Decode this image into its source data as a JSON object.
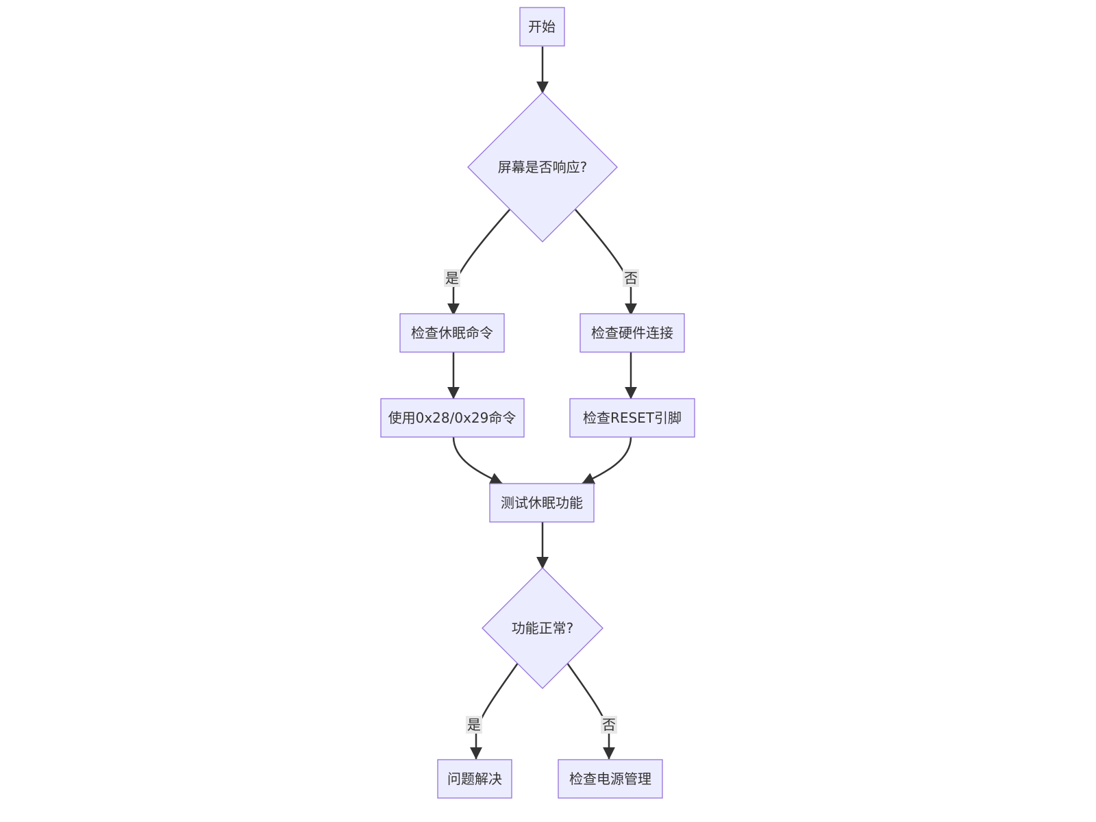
{
  "diagram": {
    "type": "flowchart",
    "nodes": {
      "start": "开始",
      "screen_responds": "屏幕是否响应?",
      "check_sleep_cmd": "检查休眠命令",
      "check_hw_connection": "检查硬件连接",
      "use_cmd": "使用0x28/0x29命令",
      "check_reset_pin": "检查RESET引脚",
      "test_sleep": "测试休眠功能",
      "function_ok": "功能正常?",
      "solved": "问题解决",
      "check_power_mgmt": "检查电源管理"
    },
    "edge_labels": {
      "screen_yes": "是",
      "screen_no": "否",
      "func_yes": "是",
      "func_no": "否"
    },
    "colors": {
      "node_fill": "#ececff",
      "node_stroke": "#9370db",
      "edge": "#333333",
      "text": "#333333",
      "label_bg": "#e8e8e8"
    }
  }
}
